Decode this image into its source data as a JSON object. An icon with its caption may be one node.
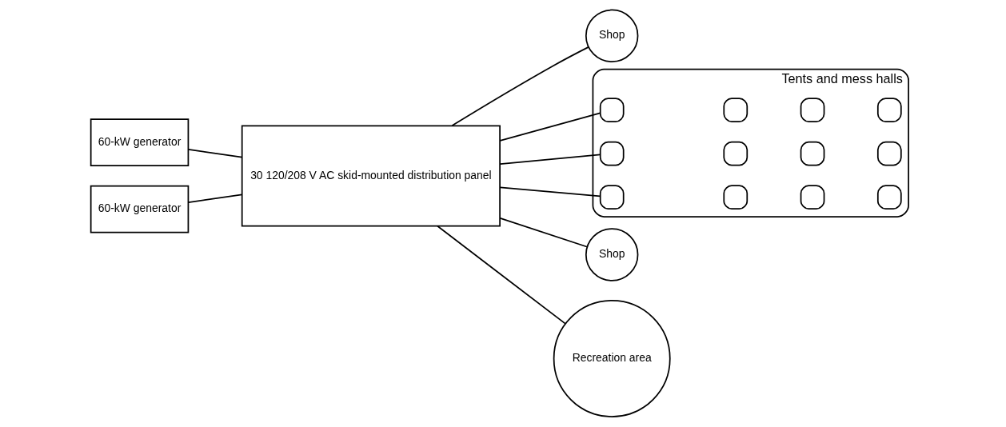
{
  "diagram": {
    "nodes": [
      {
        "text": [
          "60-kW generator"
        ]
      },
      {
        "text": [
          "60-kW generator"
        ]
      },
      {
        "text": [
          "30 120/208 V AC skid-mounted distribution panel"
        ]
      },
      {
        "text": [
          "Shop"
        ]
      },
      {
        "text": [
          "Tents and mess halls"
        ]
      },
      {
        "text": [],
        "shape": "box",
        "in": 4
      },
      {
        "text": [],
        "shape": "box",
        "in": 4
      },
      {
        "text": [],
        "shape": "box",
        "in": 4
      },
      {
        "text": [],
        "shape": "box",
        "in": 4
      },
      {
        "text": [],
        "shape": "box",
        "in": 4
      },
      {
        "text": [],
        "shape": "box",
        "in": 4
      },
      {
        "text": [],
        "shape": "box",
        "in": 4
      },
      {
        "text": [],
        "shape": "box",
        "in": 4
      },
      {
        "text": [],
        "shape": "box",
        "in": 4
      },
      {
        "text": [],
        "shape": "box",
        "in": 4
      },
      {
        "text": [],
        "shape": "box",
        "in": 4
      },
      {
        "text": [],
        "shape": "box",
        "in": 4
      },
      {
        "text": [
          "Shop"
        ]
      },
      {
        "text": [
          "Recreation area"
        ]
      }
    ],
    "edges": [
      {
        "from": 0,
        "to": 2,
        "arrow": "none"
      },
      {
        "from": 1,
        "to": 2,
        "arrow": "none"
      },
      {
        "from": 2,
        "to": 3,
        "arrow": "none"
      },
      {
        "from": 2,
        "to": 5,
        "arrow": "none"
      },
      {
        "from": 2,
        "to": 9,
        "arrow": "none"
      },
      {
        "from": 2,
        "to": 13,
        "arrow": "none"
      },
      {
        "from": 2,
        "to": 17,
        "arrow": "none"
      },
      {
        "from": 2,
        "to": 18,
        "arrow": "none"
      }
    ]
  }
}
